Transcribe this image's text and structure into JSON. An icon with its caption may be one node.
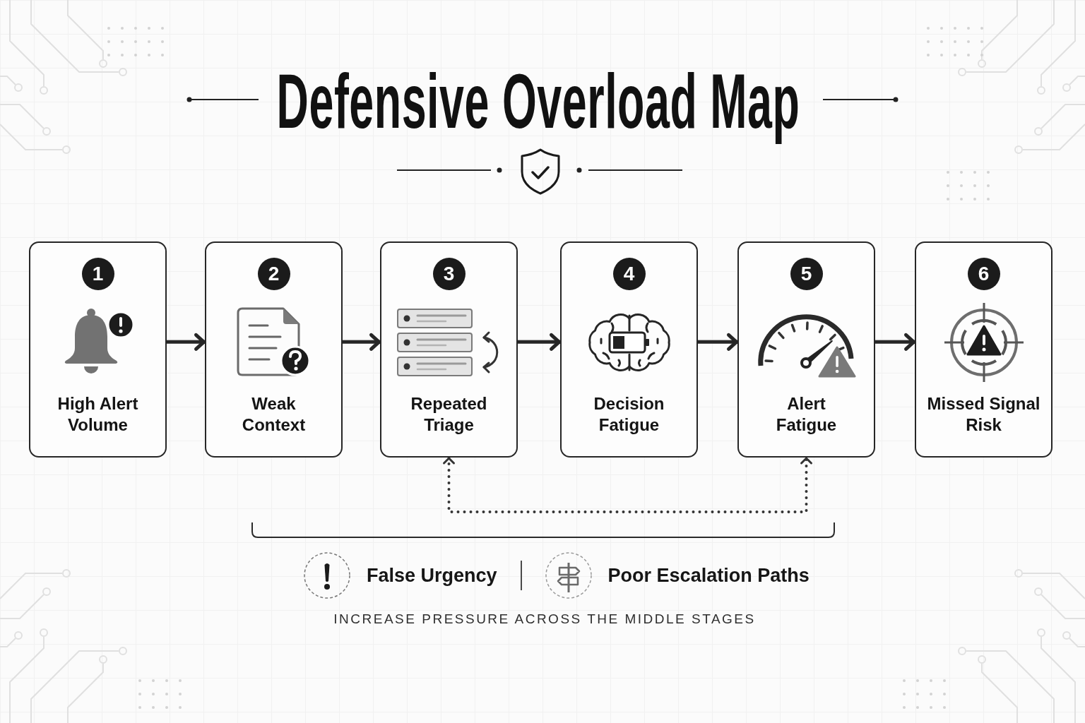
{
  "diagram": {
    "title": "Defensive Overload Map",
    "nodes": [
      {
        "text": [
          "1",
          "High Alert Volume"
        ]
      },
      {
        "text": [
          "2",
          "Weak Context"
        ]
      },
      {
        "text": [
          "3",
          "Repeated Triage"
        ]
      },
      {
        "text": [
          "4",
          "Decision Fatigue"
        ]
      },
      {
        "text": [
          "5",
          "Alert Fatigue"
        ]
      },
      {
        "text": [
          "6",
          "Missed Signal Risk"
        ]
      }
    ],
    "edges": [
      {
        "from": 0,
        "to": 1,
        "arrow": "to"
      },
      {
        "from": 1,
        "to": 2,
        "arrow": "to"
      },
      {
        "from": 2,
        "to": 3,
        "arrow": "to"
      },
      {
        "from": 3,
        "to": 4,
        "arrow": "to"
      },
      {
        "from": 4,
        "to": 5,
        "arrow": "to"
      },
      {
        "from": 2,
        "to": 4,
        "arrow": "both",
        "style": "dashed"
      }
    ],
    "labels": [
      "False Urgency",
      "Poor Escalation Paths",
      "INCREASE PRESSURE ACROSS THE MIDDLE STAGES"
    ]
  }
}
